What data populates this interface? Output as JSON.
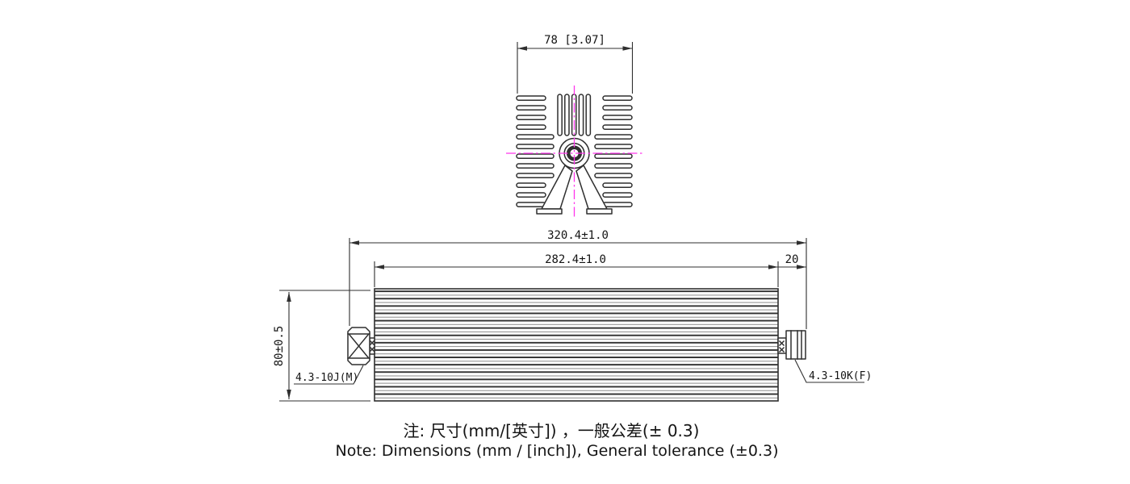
{
  "colors": {
    "bg": "#ffffff",
    "line": "#2f2f2f",
    "text": "#141414",
    "magenta": "#ff35ec"
  },
  "top_view": {
    "width_dim": "78 [3.07]"
  },
  "side_view": {
    "overall_length_dim": "320.4±1.0",
    "body_length_dim": "282.4±1.0",
    "right_offset_dim": "20",
    "height_dim": "80±0.5",
    "left_connector_label": "4.3-10J(M)",
    "right_connector_label": "4.3-10K(F)"
  },
  "notes": {
    "chinese": "注: 尺寸(mm/[英寸]) ，一般公差(± 0.3)",
    "english": "Note: Dimensions (mm / [inch]), General tolerance (±0.3)"
  }
}
